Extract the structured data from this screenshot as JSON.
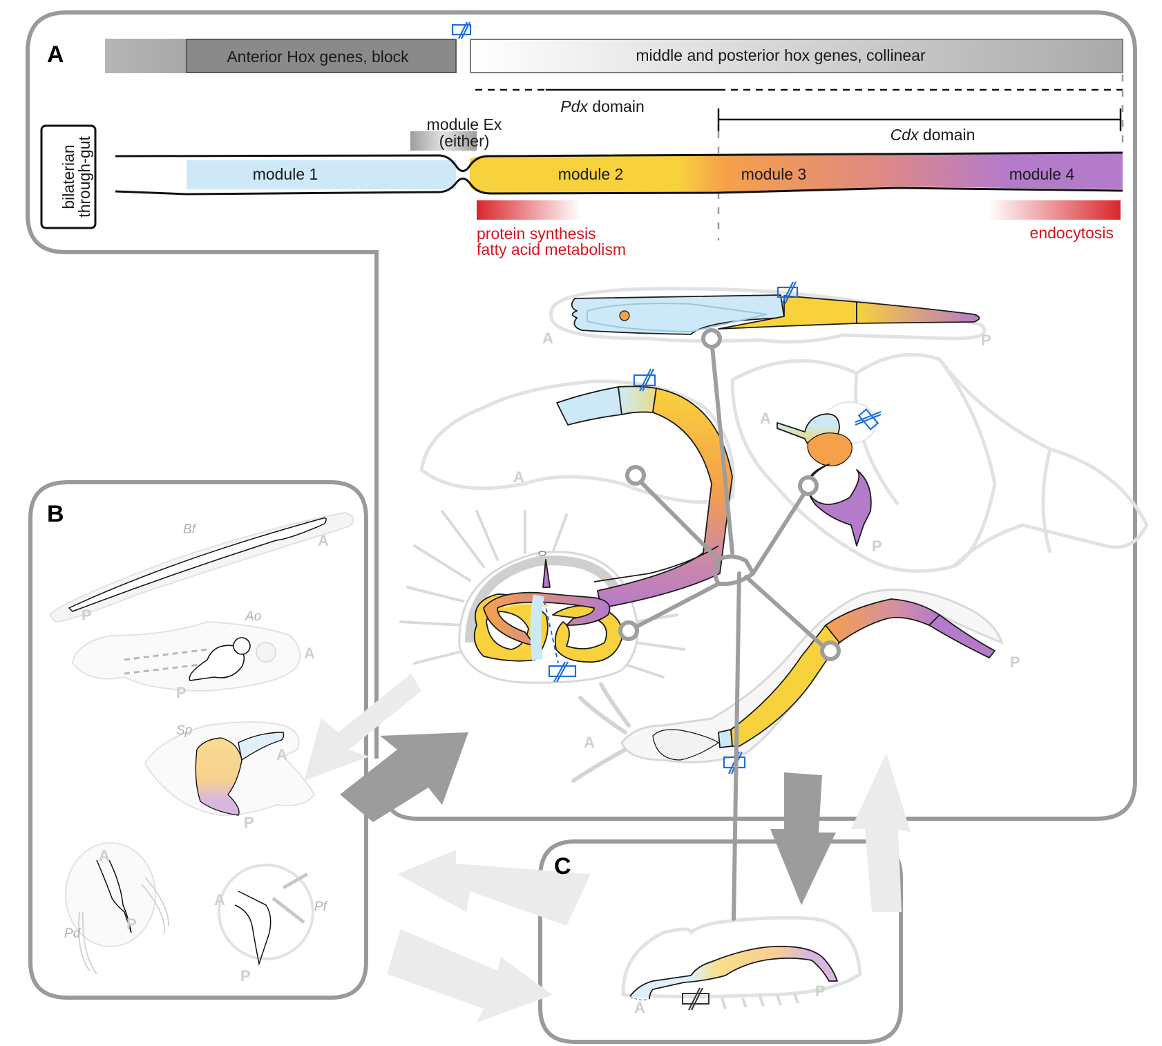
{
  "figure": {
    "panels": {
      "a": "A",
      "b": "B",
      "c": "C"
    },
    "hox_cluster": {
      "anterior_label": "Anterior Hox genes, block",
      "posterior_label": "middle and posterior hox genes, collinear",
      "break_symbol": "cluster-break"
    },
    "domains": {
      "pdx_gene": "Pdx",
      "pdx_suffix": " domain",
      "cdx_gene": "Cdx",
      "cdx_suffix": " domain"
    },
    "gut": {
      "side_label_line1": "bilaterian",
      "side_label_line2": "through-gut",
      "module_ex_line1": "module Ex",
      "module_ex_line2": "(either)",
      "modules": [
        {
          "label": "module 1",
          "color": "#cde9f8"
        },
        {
          "label": "module 2",
          "color": "#f8d23c"
        },
        {
          "label": "module 3",
          "color": "#f6a04a"
        },
        {
          "label": "module 4",
          "color": "#b57bcb"
        }
      ]
    },
    "functions": {
      "anterior_line1": "protein synthesis",
      "anterior_line2": "fatty acid metabolism",
      "posterior": "endocytosis",
      "color": "#d9141c"
    },
    "orientation": {
      "anterior": "A",
      "posterior": "P"
    },
    "panel_b_species": [
      "Bf",
      "Ao",
      "Sp",
      "Pd",
      "Pf"
    ],
    "colors": {
      "frame": "#9a9a9a",
      "break_symbol": "#1e6fd9",
      "arrow_dark": "#9c9c9c",
      "arrow_light": "#ebebeb"
    }
  }
}
